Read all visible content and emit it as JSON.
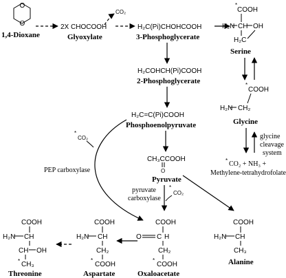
{
  "compounds": {
    "dioxane": {
      "name": "1,4-Dioxane"
    },
    "glyoxylate": {
      "formula": "2X CHOCOOH",
      "name": "Glyoxylate"
    },
    "phosphoglycerate3": {
      "formula": "H₂C(Pi)CHOHCOOH",
      "name": "3-Phosphoglycerate"
    },
    "phosphoglycerate2": {
      "formula": "H₂COHCH(Pi)COOH",
      "name": "2-Phosphoglycerate"
    },
    "pep": {
      "formula": "H₂C=C(Pi)COOH",
      "name": "Phosphoenolpyruvate"
    },
    "pyruvate": {
      "formula": "CH₃CCOOH",
      "carbonyl": "O",
      "name": "Pyruvate"
    },
    "serine": {
      "top": "COOH",
      "nh2": "H₂N",
      "ch": "CH",
      "ch2": "H₂C",
      "oh": "OH",
      "name": "Serine"
    },
    "glycine": {
      "top": "COOH",
      "nh2": "H₂N",
      "ch2": "CH₂",
      "name": "Glycine"
    },
    "oxaloacetate": {
      "top": "COOH",
      "o": "O",
      "c": "C",
      "ch2": "CH₂",
      "bottom": "COOH",
      "name": "Oxaloacetate"
    },
    "aspartate": {
      "top": "COOH",
      "nh2": "H₂N",
      "ch": "CH",
      "ch2": "CH₂",
      "bottom": "COOH",
      "name": "Aspartate"
    },
    "threonine": {
      "top": "COOH",
      "nh2": "H₂N",
      "ch": "CH",
      "choh": "CH",
      "oh": "OH",
      "ch3": "CH₃",
      "name": "Threonine"
    },
    "alanine": {
      "top": "COOH",
      "nh2": "H₂N",
      "ch": "CH",
      "ch3": "CH₃",
      "name": "Alanine"
    }
  },
  "notes": {
    "co2": "CO₂",
    "co2_pep": "CO₂",
    "co2_pyr": "CO₂",
    "star": "*",
    "pep_carboxylase": "PEP carboxylase",
    "pyruvate_carboxylase_1": "pyruvate",
    "pyruvate_carboxylase_2": "carboxylase",
    "gcs_1": "glycine",
    "gcs_2": "cleavage",
    "gcs_3": "system",
    "gcs_products_1": "CO₂ + NH₃ +",
    "gcs_products_2": "Methylene-tetrahydrofolate"
  }
}
